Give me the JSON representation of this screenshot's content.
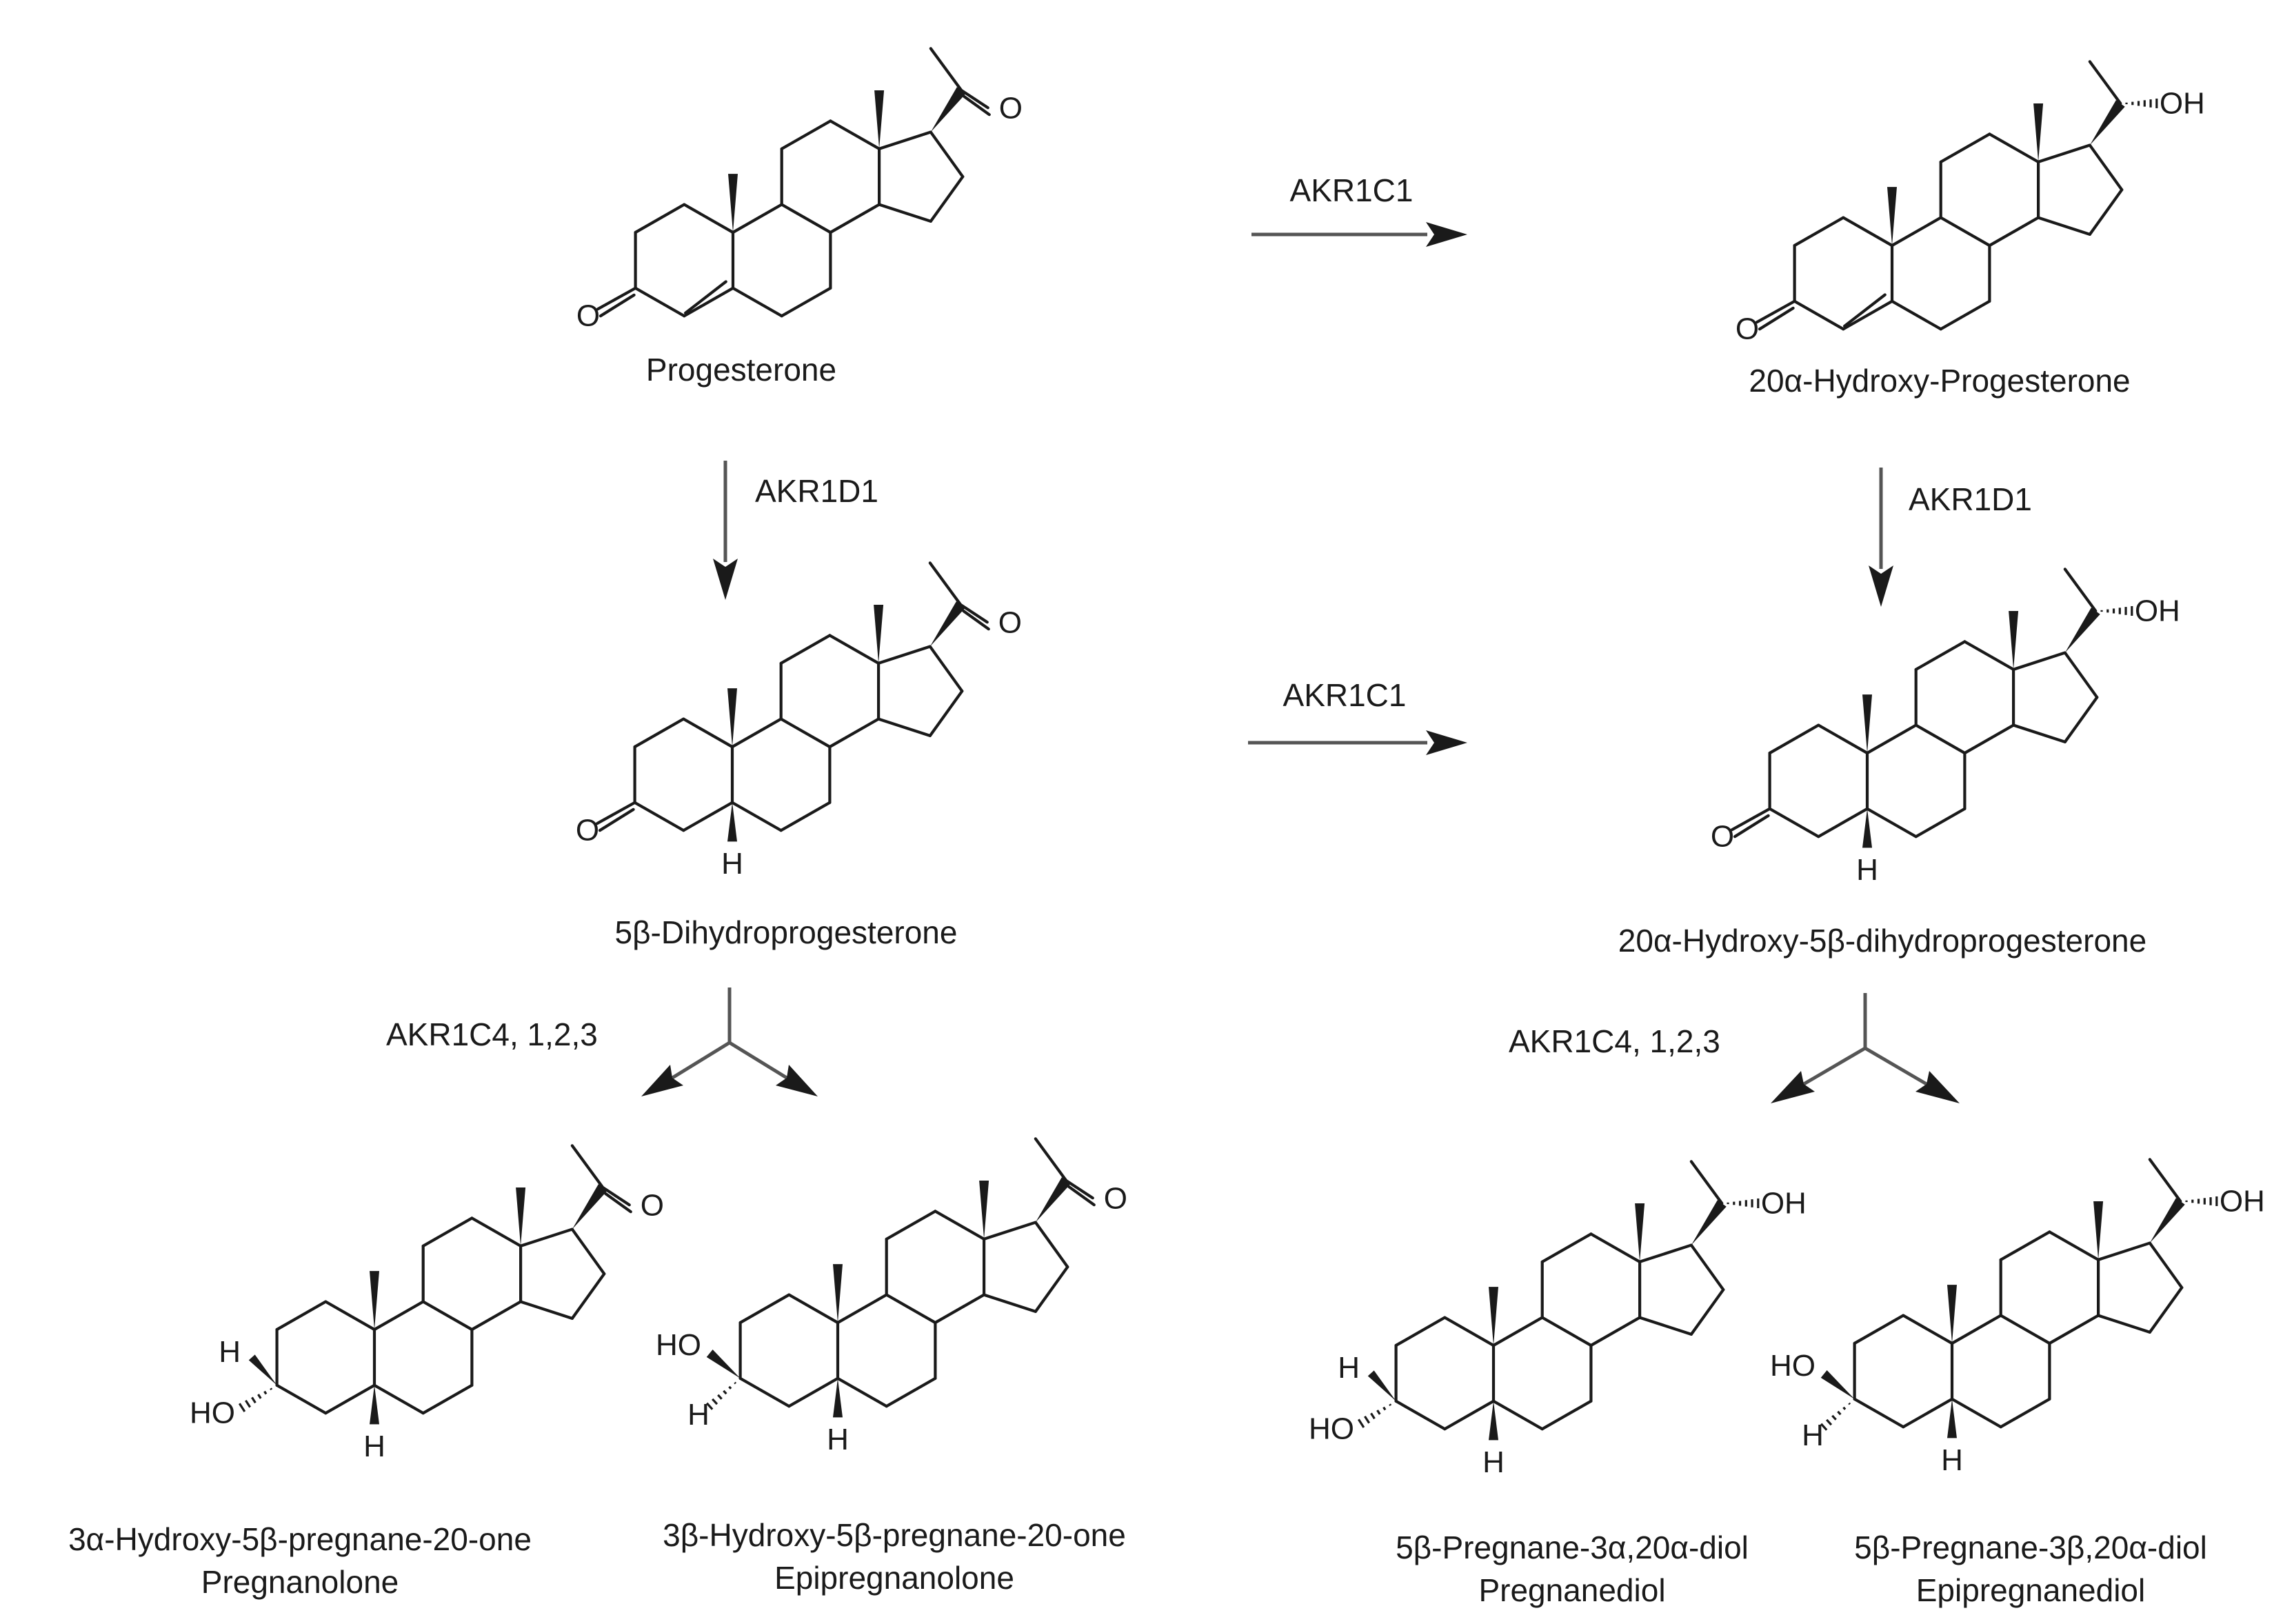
{
  "diagram": {
    "compounds": [
      {
        "id": "progesterone",
        "name": "Progesterone",
        "alt_name": "",
        "delta4": true,
        "c3": "keto",
        "c5h": false,
        "c20": "keto"
      },
      {
        "id": "hydroxy-progesterone",
        "name": "20α-Hydroxy-Progesterone",
        "alt_name": "",
        "delta4": true,
        "c3": "keto",
        "c5h": false,
        "c20": "hydroxy"
      },
      {
        "id": "dihydroprogesterone",
        "name": "5β-Dihydroprogesterone",
        "alt_name": "",
        "delta4": false,
        "c3": "keto",
        "c5h": true,
        "c20": "keto"
      },
      {
        "id": "hydroxy-dihydroprogesterone",
        "name": "20α-Hydroxy-5β-dihydroprogesterone",
        "alt_name": "",
        "delta4": false,
        "c3": "keto",
        "c5h": true,
        "c20": "hydroxy"
      },
      {
        "id": "pregnanolone",
        "name": "3α-Hydroxy-5β-pregnane-20-one",
        "alt_name": "Pregnanolone",
        "delta4": false,
        "c3": "alpha-oh",
        "c5h": true,
        "c20": "keto"
      },
      {
        "id": "epipregnanolone",
        "name": "3β-Hydroxy-5β-pregnane-20-one",
        "alt_name": "Epipregnanolone",
        "delta4": false,
        "c3": "beta-oh",
        "c5h": true,
        "c20": "keto"
      },
      {
        "id": "pregnanediol",
        "name": "5β-Pregnane-3α,20α-diol",
        "alt_name": "Pregnanediol",
        "delta4": false,
        "c3": "alpha-oh",
        "c5h": true,
        "c20": "hydroxy"
      },
      {
        "id": "epipregnanediol",
        "name": "5β-Pregnane-3β,20α-diol",
        "alt_name": "Epipregnanediol",
        "delta4": false,
        "c3": "beta-oh",
        "c5h": true,
        "c20": "hydroxy"
      }
    ],
    "reactions": [
      {
        "enzyme": "AKR1C1",
        "from": "progesterone",
        "to": "hydroxy-progesterone"
      },
      {
        "enzyme": "AKR1D1",
        "from": "progesterone",
        "to": "dihydroprogesterone"
      },
      {
        "enzyme": "AKR1D1",
        "from": "hydroxy-progesterone",
        "to": "hydroxy-dihydroprogesterone"
      },
      {
        "enzyme": "AKR1C1",
        "from": "dihydroprogesterone",
        "to": "hydroxy-dihydroprogesterone"
      },
      {
        "enzyme": "AKR1C4, 1,2,3",
        "from": "dihydroprogesterone",
        "to": "pregnanolone, epipregnanolone"
      },
      {
        "enzyme": "AKR1C4, 1,2,3",
        "from": "hydroxy-dihydroprogesterone",
        "to": "pregnanediol, epipregnanediol"
      }
    ],
    "atoms": {
      "oxygen": "O",
      "hydroxyl": "OH",
      "hydroxyl_left": "HO",
      "hydrogen": "H"
    }
  }
}
